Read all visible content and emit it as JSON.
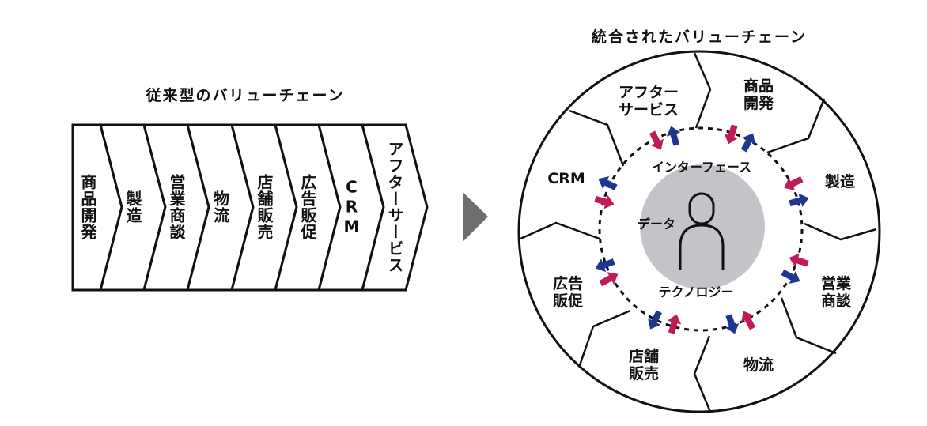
{
  "left": {
    "title": "従来型のバリューチェーン",
    "stages": [
      "商品開発",
      "製造",
      "営業商談",
      "物流",
      "店舗販売",
      "広告販促",
      "CRM",
      "アフターサービス"
    ]
  },
  "right": {
    "title": "統合されたバリューチェーン",
    "segments": [
      "アフター\nサービス",
      "商品\n開発",
      "製造",
      "営業\n商談",
      "物流",
      "店舗\n販売",
      "広告\n販促",
      "CRM"
    ],
    "inner_top": "インターフェース",
    "center": "データ",
    "inner_bottom": "テクノロジー"
  },
  "colors": {
    "inbound": "#c01a58",
    "outbound": "#1d3790",
    "core": "#c4c3c8",
    "arrow": "#6e6e6e"
  }
}
